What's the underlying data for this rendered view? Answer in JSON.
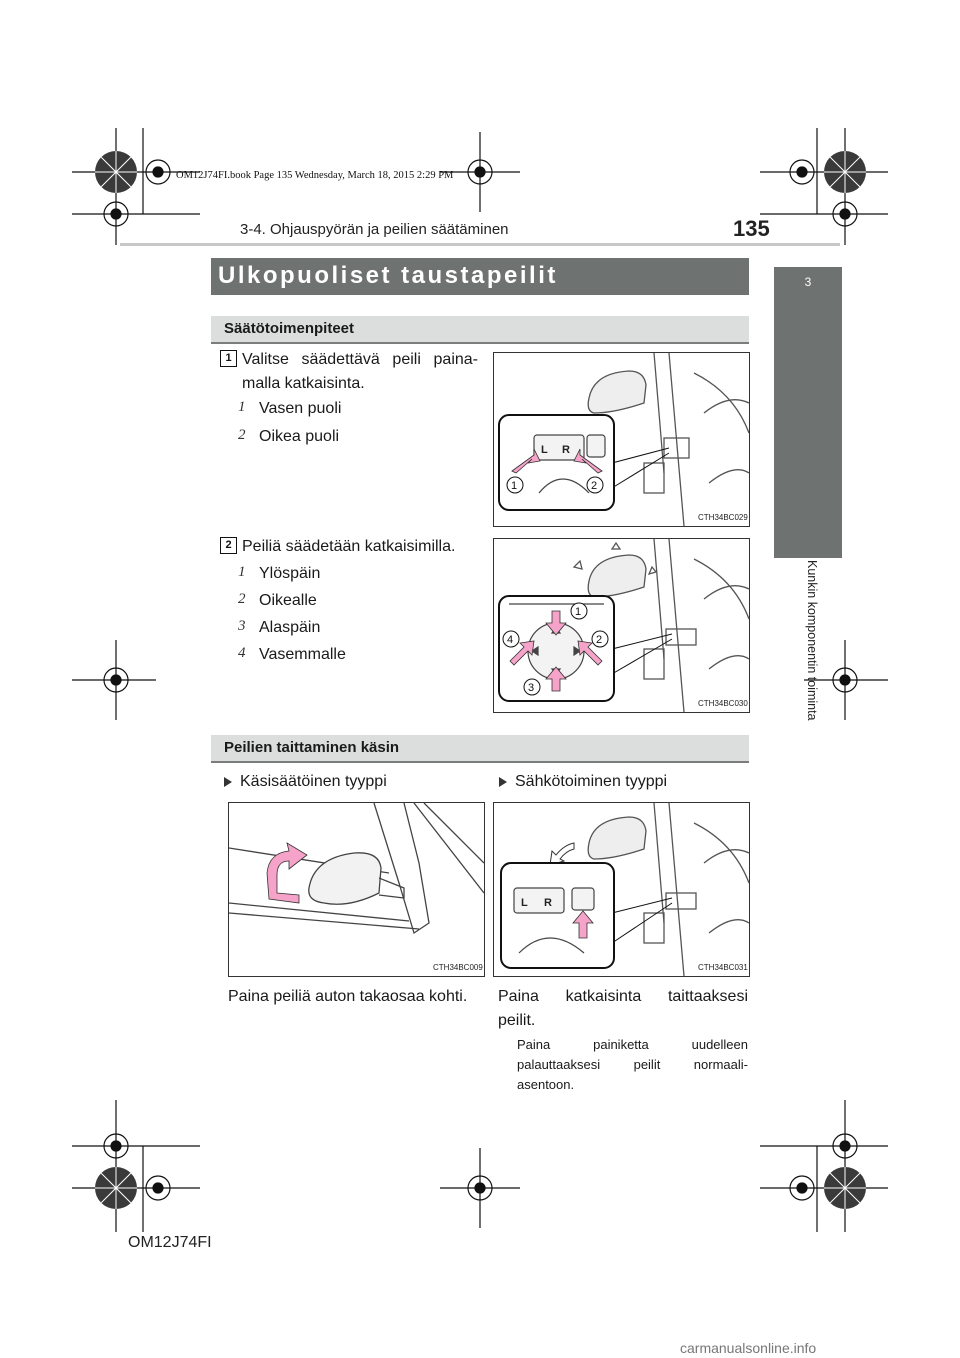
{
  "book_line": "OM12J74FI.book  Page 135  Wednesday, March 18, 2015  2:29 PM",
  "header": {
    "section_title": "3-4. Ohjauspyörän ja peilien säätäminen",
    "page_number": "135"
  },
  "side_tab": {
    "chapter_number": "3",
    "chapter_title": "Kunkin komponentin toiminta"
  },
  "title": "Ulkopuoliset taustapeilit",
  "section1": {
    "heading": "Säätötoimenpiteet",
    "step1": {
      "number": "1",
      "text_line1": "Valitse säädettävä peili paina-",
      "text_line2": "malla katkaisinta.",
      "items": [
        {
          "num": "1",
          "label": "Vasen puoli"
        },
        {
          "num": "2",
          "label": "Oikea puoli"
        }
      ],
      "figure_code": "CTH34BC029"
    },
    "step2": {
      "number": "2",
      "text": "Peiliä säädetään katkaisimilla.",
      "items": [
        {
          "num": "1",
          "label": "Ylöspäin"
        },
        {
          "num": "2",
          "label": "Oikealle"
        },
        {
          "num": "3",
          "label": "Alaspäin"
        },
        {
          "num": "4",
          "label": "Vasemmalle"
        }
      ],
      "figure_code": "CTH34BC030"
    }
  },
  "section2": {
    "heading": "Peilien taittaminen käsin",
    "manual": {
      "label": "Käsisäätöinen tyyppi",
      "figure_code": "CTH34BC009",
      "caption": "Paina peiliä auton takaosaa kohti."
    },
    "electric": {
      "label": "Sähkötoiminen tyyppi",
      "figure_code": "CTH34BC031",
      "caption_line1": "Paina katkaisinta taittaaksesi",
      "caption_line2": "peilit.",
      "note_line1": "Paina painiketta uudelleen",
      "note_line2": "palauttaaksesi peilit normaali-",
      "note_line3": "asentoon."
    }
  },
  "switch_labels": {
    "left": "L",
    "right": "R"
  },
  "footer_code": "OM12J74FI",
  "watermark": "carmanualsonline.info"
}
